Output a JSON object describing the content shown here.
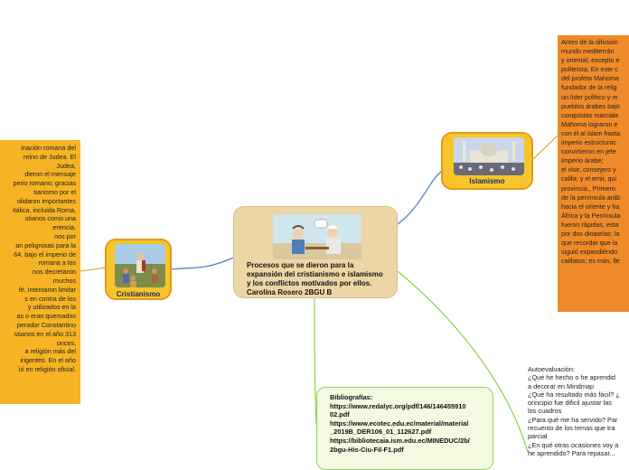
{
  "central": {
    "lines": [
      "Procesos que se dieron para la",
      "expansión del cristianismo e islamismo",
      "y los conflictos motivados por ellos.",
      "Carolina Rosero 2BGU B"
    ]
  },
  "cristianismo": {
    "label": "Cristianismo",
    "note_lines": [
      "inación romana del",
      "reino de Judea. El",
      "Judea,",
      "dieron el mensaje",
      "perio romano; gracias",
      "tianismo por el",
      "olidaron importantes",
      "itálica, incluida Roma,",
      "stianos como una",
      "erencia.",
      "nos por",
      "an peligrosas para la",
      "64, bajo el imperio de",
      "romana a los",
      "nos decretaron",
      "muchos",
      "fé, intentaron limitar",
      "s en contra de los",
      "y utilizados en la",
      "as o eran quemados",
      "perador Constantino",
      "stianos en el año 313",
      "onces,",
      "a religión más del",
      "irigentes. En el año",
      "ió en religión oficial."
    ]
  },
  "islamismo": {
    "label": "Islamismo",
    "note_lines": [
      "Antes de la difusión",
      "mundo mediterrán",
      "y oriental, excepto e",
      "politeísta; En este c",
      "del profeta Mahoma",
      "fundador de la relig",
      "un líder político y m",
      "pueblos árabes bajo",
      "conquistas marciale",
      "Mahoma lograron e",
      "con él al islam hasta",
      "imperio estructurac",
      "convirtieron en jefe",
      "Imperio árabe;",
      " el visir, consejero y",
      "califa; y el emir, qui",
      "provincia., Primero",
      "de la península aráb",
      "hacia el oriente y ha",
      "África y la Península",
      "fueron rápidas, esta",
      "por dos dinastías: la",
      "que recordar que la",
      "siguió expandiéndo",
      "califatos; es más, lle"
    ]
  },
  "bibliografia": {
    "lines": [
      "Bibliografías:",
      "https://www.redalyc.org/pdf/146/146455910",
      "02.pdf",
      "https://www.ecotec.edu.ec/material/material",
      "_2019B_DER106_01_112627.pdf",
      "https://bibliotecaia.ism.edu.ec/MINEDUC/2b/",
      "2bgu-His-Ciu-Fil-F1.pdf"
    ]
  },
  "autoevaluacion": {
    "lines": [
      "Autoevaluación:",
      "¿Qué he hecho o he aprendid",
      " a decorar en Mindmap",
      "¿Qué ha resultado más fácil? ¿",
      "orincipio fue dificil ajustar las",
      "los cuadros",
      " ¿Para qué me ha servido? Par",
      "recuento de los temas que tra",
      "parcial",
      "¿En qué otras ocasiones voy a",
      "he aprendido? Para repasar..."
    ]
  },
  "colors": {
    "central_bg": "#ecd6a6",
    "topic_fill": "#f6c52c",
    "topic_border": "#e39a1a",
    "note_left": "#f6b324",
    "note_right": "#f08a28",
    "line_blue": "#4a74c8",
    "line_green": "#8cd24a",
    "biblio_border": "#96d25b"
  }
}
